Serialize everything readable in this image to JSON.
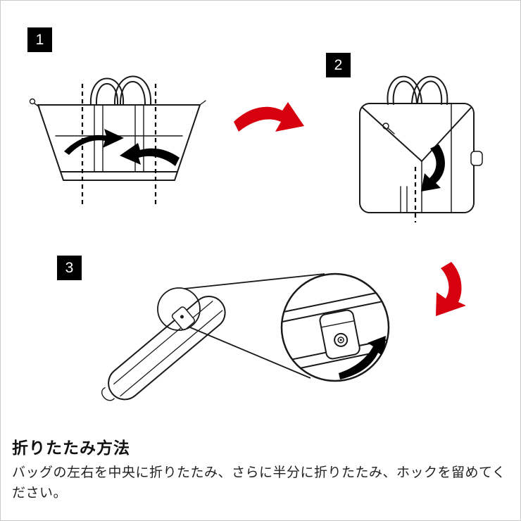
{
  "page": {
    "kind": "bag-folding-instruction-diagram",
    "border_color": "#c9c9c9",
    "background": "#ffffff"
  },
  "colors": {
    "line_black": "#1a1a1a",
    "accent_red": "#d6000f",
    "badge_bg": "#000000",
    "badge_text": "#ffffff"
  },
  "steps": [
    {
      "number": "1",
      "illustration": "tote-bag-open-with-dashed-fold-lines-and-inward-arrows"
    },
    {
      "number": "2",
      "illustration": "bag-sides-folded-to-center-with-half-fold-dashed-line"
    },
    {
      "number": "3",
      "illustration": "bag-folded-flat-with-magnified-snap-button-detail"
    }
  ],
  "icons": {
    "fold_left_arrow": "curved-arrow-pointing-right",
    "fold_right_arrow": "curved-arrow-pointing-left",
    "next_step_arrow_1": "red-curved-arrow-pointing-right",
    "next_step_arrow_2": "red-curved-arrow-pointing-down-left",
    "half_fold_arrow": "curved-arrow-pointing-down-left",
    "snap_close_arrow": "curved-arrow-pointing-up-right",
    "magnifier_circle": "zoom-detail-circle",
    "snap_button": "snap-fastener-hock"
  },
  "instructions": {
    "heading": "折りたたみ方法",
    "body": "バッグの左右を中央に折りたたみ、さらに半分に折りたたみ、ホックを留めてください。"
  }
}
